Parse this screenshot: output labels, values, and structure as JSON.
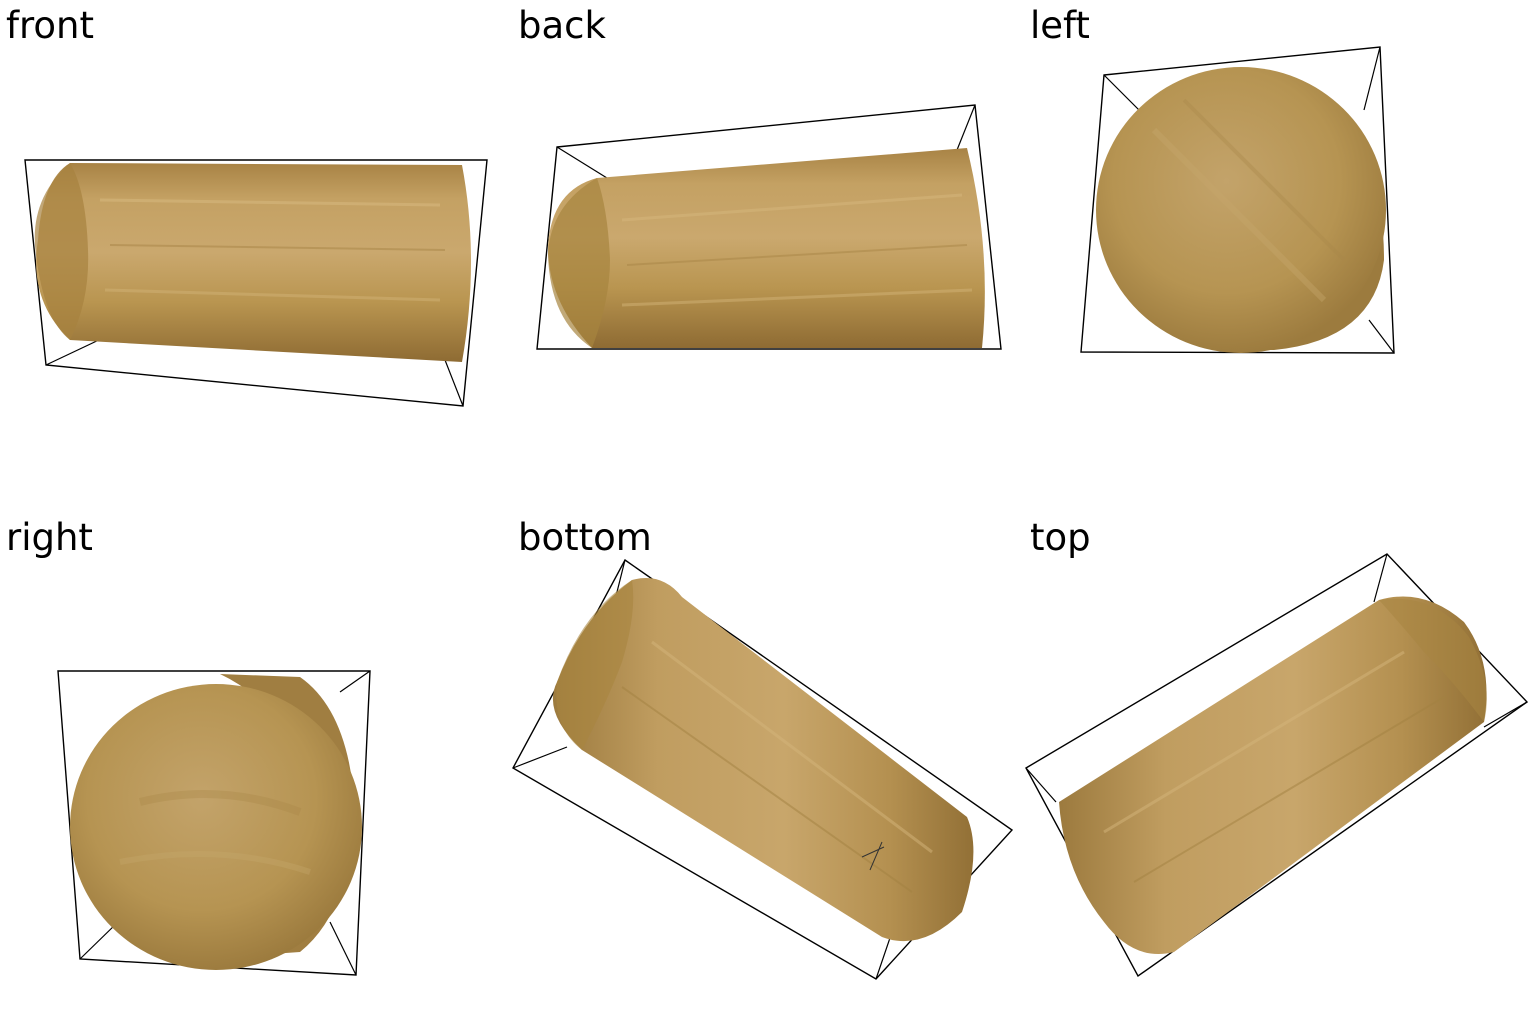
{
  "views": [
    {
      "label": "front"
    },
    {
      "label": "back"
    },
    {
      "label": "left"
    },
    {
      "label": "right"
    },
    {
      "label": "bottom"
    },
    {
      "label": "top"
    }
  ],
  "colors": {
    "wood_light": "#c9a567",
    "wood_mid": "#b38d4f",
    "wood_dark": "#8f6c34",
    "frame": "#000000",
    "background": "#ffffff"
  }
}
